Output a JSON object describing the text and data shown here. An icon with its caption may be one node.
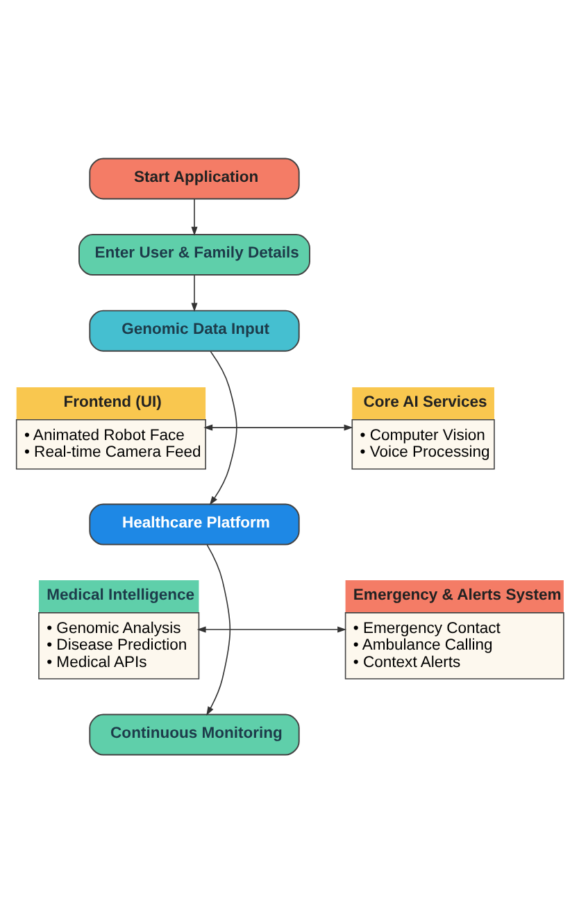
{
  "diagram": {
    "nodes": [
      {
        "text": [
          "Start Application"
        ]
      },
      {
        "text": [
          "Enter User & Family Details"
        ]
      },
      {
        "text": [
          "Genomic Data Input"
        ]
      },
      {
        "text": [
          "Frontend (UI)",
          "• Animated Robot Face",
          "• Real-time Camera Feed"
        ]
      },
      {
        "text": [
          "Core AI Services",
          "• Computer Vision",
          "• Voice Processing"
        ]
      },
      {
        "text": [
          "Healthcare Platform"
        ]
      },
      {
        "text": [
          "Medical Intelligence",
          "• Genomic Analysis",
          "• Disease Prediction",
          "• Medical APIs"
        ]
      },
      {
        "text": [
          "Emergency & Alerts System",
          "• Emergency Contact",
          "• Ambulance Calling",
          "• Context Alerts"
        ]
      },
      {
        "text": [
          "Continuous Monitoring"
        ]
      }
    ],
    "edges": [
      {
        "from": 0,
        "to": 1,
        "arrow": "to"
      },
      {
        "from": 1,
        "to": 2,
        "arrow": "to"
      },
      {
        "from": 2,
        "to": 5,
        "arrow": "to"
      },
      {
        "from": 3,
        "to": 4,
        "arrow": "both"
      },
      {
        "from": 5,
        "to": 8,
        "arrow": "to"
      },
      {
        "from": 6,
        "to": 7,
        "arrow": "both"
      }
    ]
  }
}
